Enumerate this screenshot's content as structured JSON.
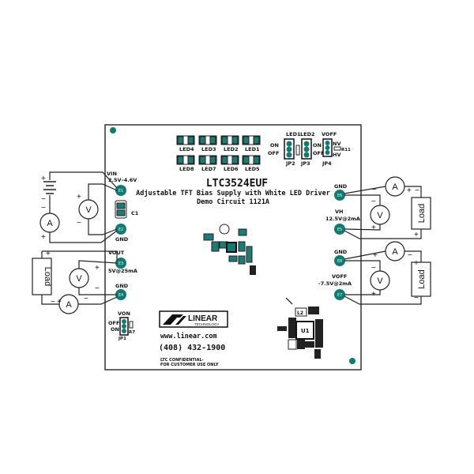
{
  "board": {
    "part": "LTC3524EUF",
    "subtitle": "Adjustable TFT Bias Supply with White LED Driver",
    "demo": "Demo Circuit 1121A",
    "website": "www.linear.com",
    "phone": "(408) 432-1900",
    "confidential_1": "LTC CONFIDENTIAL-",
    "confidential_2": "FOR CUSTOMER USE ONLY",
    "logo_text": "LINEAR TECHNOLOGY",
    "accent": "#137a72"
  },
  "leds": [
    "LED4",
    "LED3",
    "LED2",
    "LED1",
    "LED8",
    "LED7",
    "LED6",
    "LED5"
  ],
  "jumpers": {
    "jp2": {
      "title": "LED1",
      "on": "ON",
      "off": "OFF",
      "label": "JP2"
    },
    "jp3": {
      "title": "LED2",
      "on": "ON",
      "off": "OFF",
      "label": "JP3"
    },
    "jp4": {
      "title": "VOFF",
      "nv": "NV",
      "hv": "HV",
      "label": "JP4",
      "resistor": "R11"
    },
    "jp1": {
      "title": "VON",
      "off": "OFF",
      "on": "ON",
      "label": "JP1",
      "resistor": "R7"
    }
  },
  "terminals": {
    "e1": {
      "id": "E1",
      "label": "VIN",
      "sub": "2.5V–4.6V"
    },
    "e2": {
      "id": "E2",
      "label": "GND"
    },
    "e3": {
      "id": "E3",
      "label": "VOUT",
      "sub": "5V@25mA"
    },
    "e4": {
      "id": "E4",
      "label": "GND"
    },
    "e6": {
      "id": "E6",
      "label": "GND"
    },
    "e5": {
      "id": "E5",
      "label": "VH",
      "sub": "12.5V@2mA"
    },
    "e8": {
      "id": "E8",
      "label": "GND"
    },
    "e7": {
      "id": "E7",
      "label": "VOFF",
      "sub": "-7.5V@2mA"
    }
  },
  "components": {
    "c1": "C1",
    "u1": "U1",
    "l2": "L2"
  },
  "meters": {
    "ammeter": "A",
    "voltmeter": "V",
    "load": "Load",
    "plus": "+",
    "minus": "−"
  }
}
